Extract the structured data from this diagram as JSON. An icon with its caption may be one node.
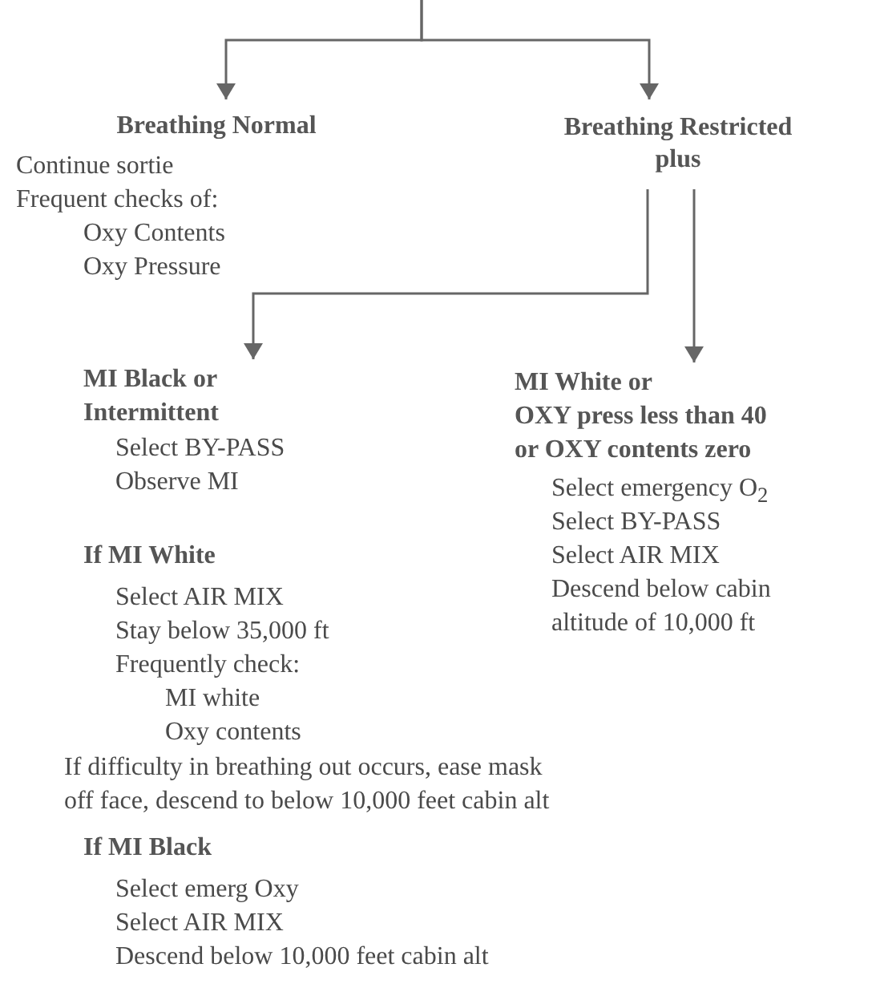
{
  "diagram": {
    "nodes": [
      {
        "text": [
          "Breathing Normal",
          "Continue sortie",
          "Frequent checks of:",
          "Oxy Contents",
          "Oxy Pressure"
        ]
      },
      {
        "text": [
          "Breathing Restricted plus"
        ]
      },
      {
        "text": [
          "MI Black or Intermittent",
          "Select BY-PASS",
          "Observe MI"
        ]
      },
      {
        "text": [
          "MI White or OXY press less than 40 or OXY contents zero",
          "Select emergency O$_{2}$",
          "Select BY-PASS",
          "Select AIR MIX",
          "Descend below cabin",
          "altitude of 10,000 ft"
        ]
      }
    ],
    "edges": [
      {
        "from": null,
        "to": 0,
        "arrow": "to"
      },
      {
        "from": null,
        "to": 1,
        "arrow": "to"
      },
      {
        "from": 1,
        "to": 2,
        "arrow": "to"
      },
      {
        "from": 1,
        "to": 3,
        "arrow": "to"
      }
    ],
    "labels": [
      "If MI White",
      "Select AIR MIX",
      "Stay below 35,000 ft",
      "Frequently check:",
      "MI white",
      "Oxy contents",
      "If difficulty in breathing out occurs, ease mask off face, descend to below 10,000 feet cabin alt",
      "If MI Black",
      "Select emerg Oxy",
      "Select AIR MIX",
      "Descend below 10,000 feet cabin alt"
    ]
  }
}
